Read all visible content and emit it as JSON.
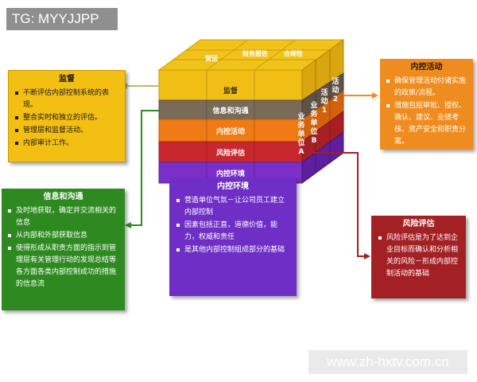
{
  "tag": "TG: MYYJJPP",
  "watermark": "www.zh-hxtv.com.cn",
  "cube": {
    "top_labels": [
      "营运",
      "财务报告",
      "合规性"
    ],
    "front_layers": [
      "监督",
      "信息和沟通",
      "内控活动",
      "风险评估",
      "内控环境"
    ],
    "side_labels": [
      "活动2",
      "活动1",
      "业务单位B",
      "业务单位A"
    ]
  },
  "supervision": {
    "title": "监督",
    "items": [
      "不断评估内部控制系统的表现。",
      "整合实时和独立的评估。",
      "管理层和监督活动。",
      "内部审计工作。"
    ]
  },
  "info": {
    "title": "信息和沟通",
    "items": [
      "及时地获取，确定并交流相关的信息",
      "从内部和外部获取信息",
      "使得形成从职责方面的指示到管理层有关管理行动的发现总结等各方面各类内部控制成功的措施的信息流"
    ]
  },
  "environment": {
    "title": "内控环境",
    "items": [
      "营造单位气氛－让公司员工建立内部控制",
      "因素包括正直，道德价值，能力，权威和责任",
      "是其他内部控制组成部分的基础"
    ]
  },
  "activity": {
    "title": "内控活动",
    "items": [
      "确保管理活动付诸实施的政策/流程。",
      "措施包括审批、授权、确认、建议、业绩考核、资产安全和职责分离。"
    ]
  },
  "risk": {
    "title": "风险评估",
    "items": [
      "风险评估是为了达到企业目标而确认和分析相关的风险－形成内部控制活动的基础"
    ]
  },
  "colors": {
    "supervision": "#f3bf12",
    "info": "#2e8a20",
    "environment": "#6f2ec6",
    "activity": "#ef8c1f",
    "risk": "#a32024"
  }
}
